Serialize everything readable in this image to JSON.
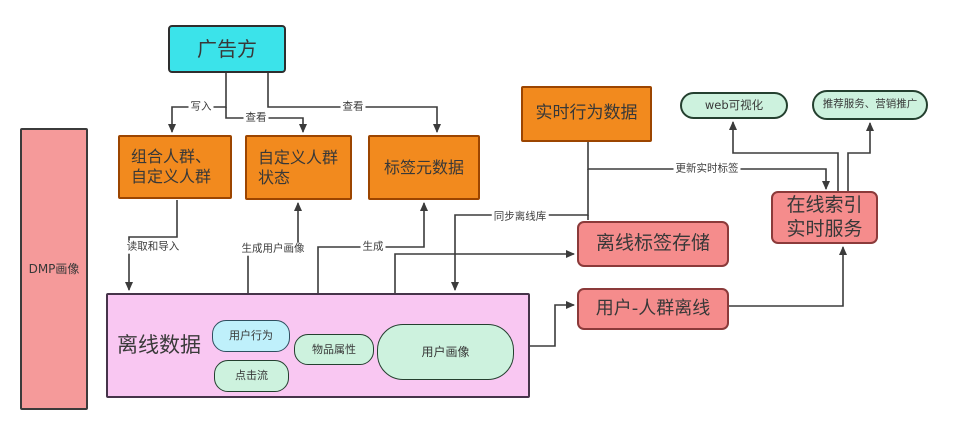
{
  "nodes": {
    "advertiser": "广告方",
    "dmp": "DMP画像",
    "combined_crowd": "组合人群、\n自定义人群",
    "custom_crowd_status": "自定义人群\n状态",
    "tag_metadata": "标签元数据",
    "realtime_behavior": "实时行为数据",
    "web_viz": "web可视化",
    "recommend": "推荐服务、营销推广",
    "online_index": "在线索引\n实时服务",
    "offline_tag_storage": "离线标签存储",
    "user_crowd_offline": "用户-人群离线",
    "offline_data": "离线数据",
    "user_behavior": "用户行为",
    "click_stream": "点击流",
    "item_attributes": "物品属性",
    "user_profile": "用户画像"
  },
  "edge_labels": {
    "write": "写入",
    "view_status": "查看",
    "view_metadata": "查看",
    "read_and_import": "读取和导入",
    "generate_user_profile": "生成用户画像",
    "generate": "生成",
    "sync_offline_db": "同步离线库",
    "update_realtime_tags": "更新实时标签"
  },
  "colors": {
    "cyan": "#3BE3EA",
    "orange": "#F28A1E",
    "pink": "#F58C8C",
    "magenta": "#F9C7F2",
    "mint": "#CDF2DE",
    "light_blue": "#BFF0FB",
    "line": "#3B3B3B"
  }
}
